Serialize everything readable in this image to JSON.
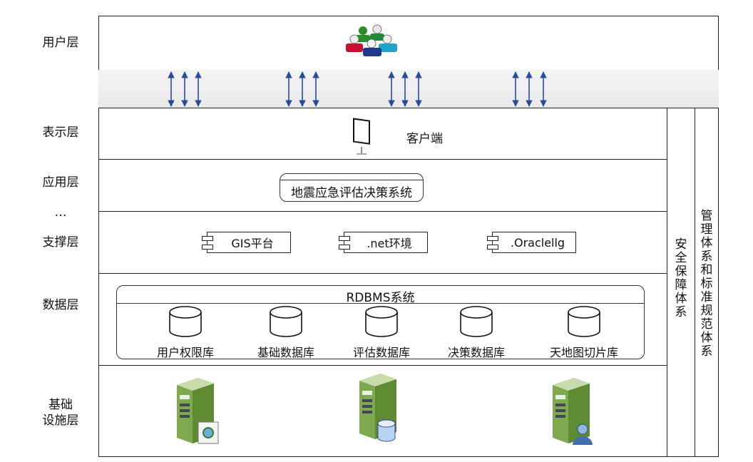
{
  "layers": {
    "user": "用户层",
    "presentation": "表示层",
    "application": "应用层",
    "ellipsis": "…",
    "support": "支撑层",
    "data": "数据层",
    "infrastructure_line1": "基础",
    "infrastructure_line2": "设施层"
  },
  "presentation": {
    "client": "客户端"
  },
  "application": {
    "system": "地震应急评估决策系统"
  },
  "support": {
    "components": [
      "GIS平台",
      ".net环境",
      ".Oraclellg"
    ]
  },
  "data": {
    "rdbms": "RDBMS系统",
    "databases": [
      "用户权限库",
      "基础数据库",
      "评估数据库",
      "决策数据库",
      "天地图切片库"
    ]
  },
  "side": {
    "security": "安全保障体系",
    "management": "管理体系和标准规范体系"
  },
  "icons": [
    "users-group-icon",
    "projector-screen-icon",
    "server-icon",
    "server-database-icon",
    "server-user-icon"
  ]
}
